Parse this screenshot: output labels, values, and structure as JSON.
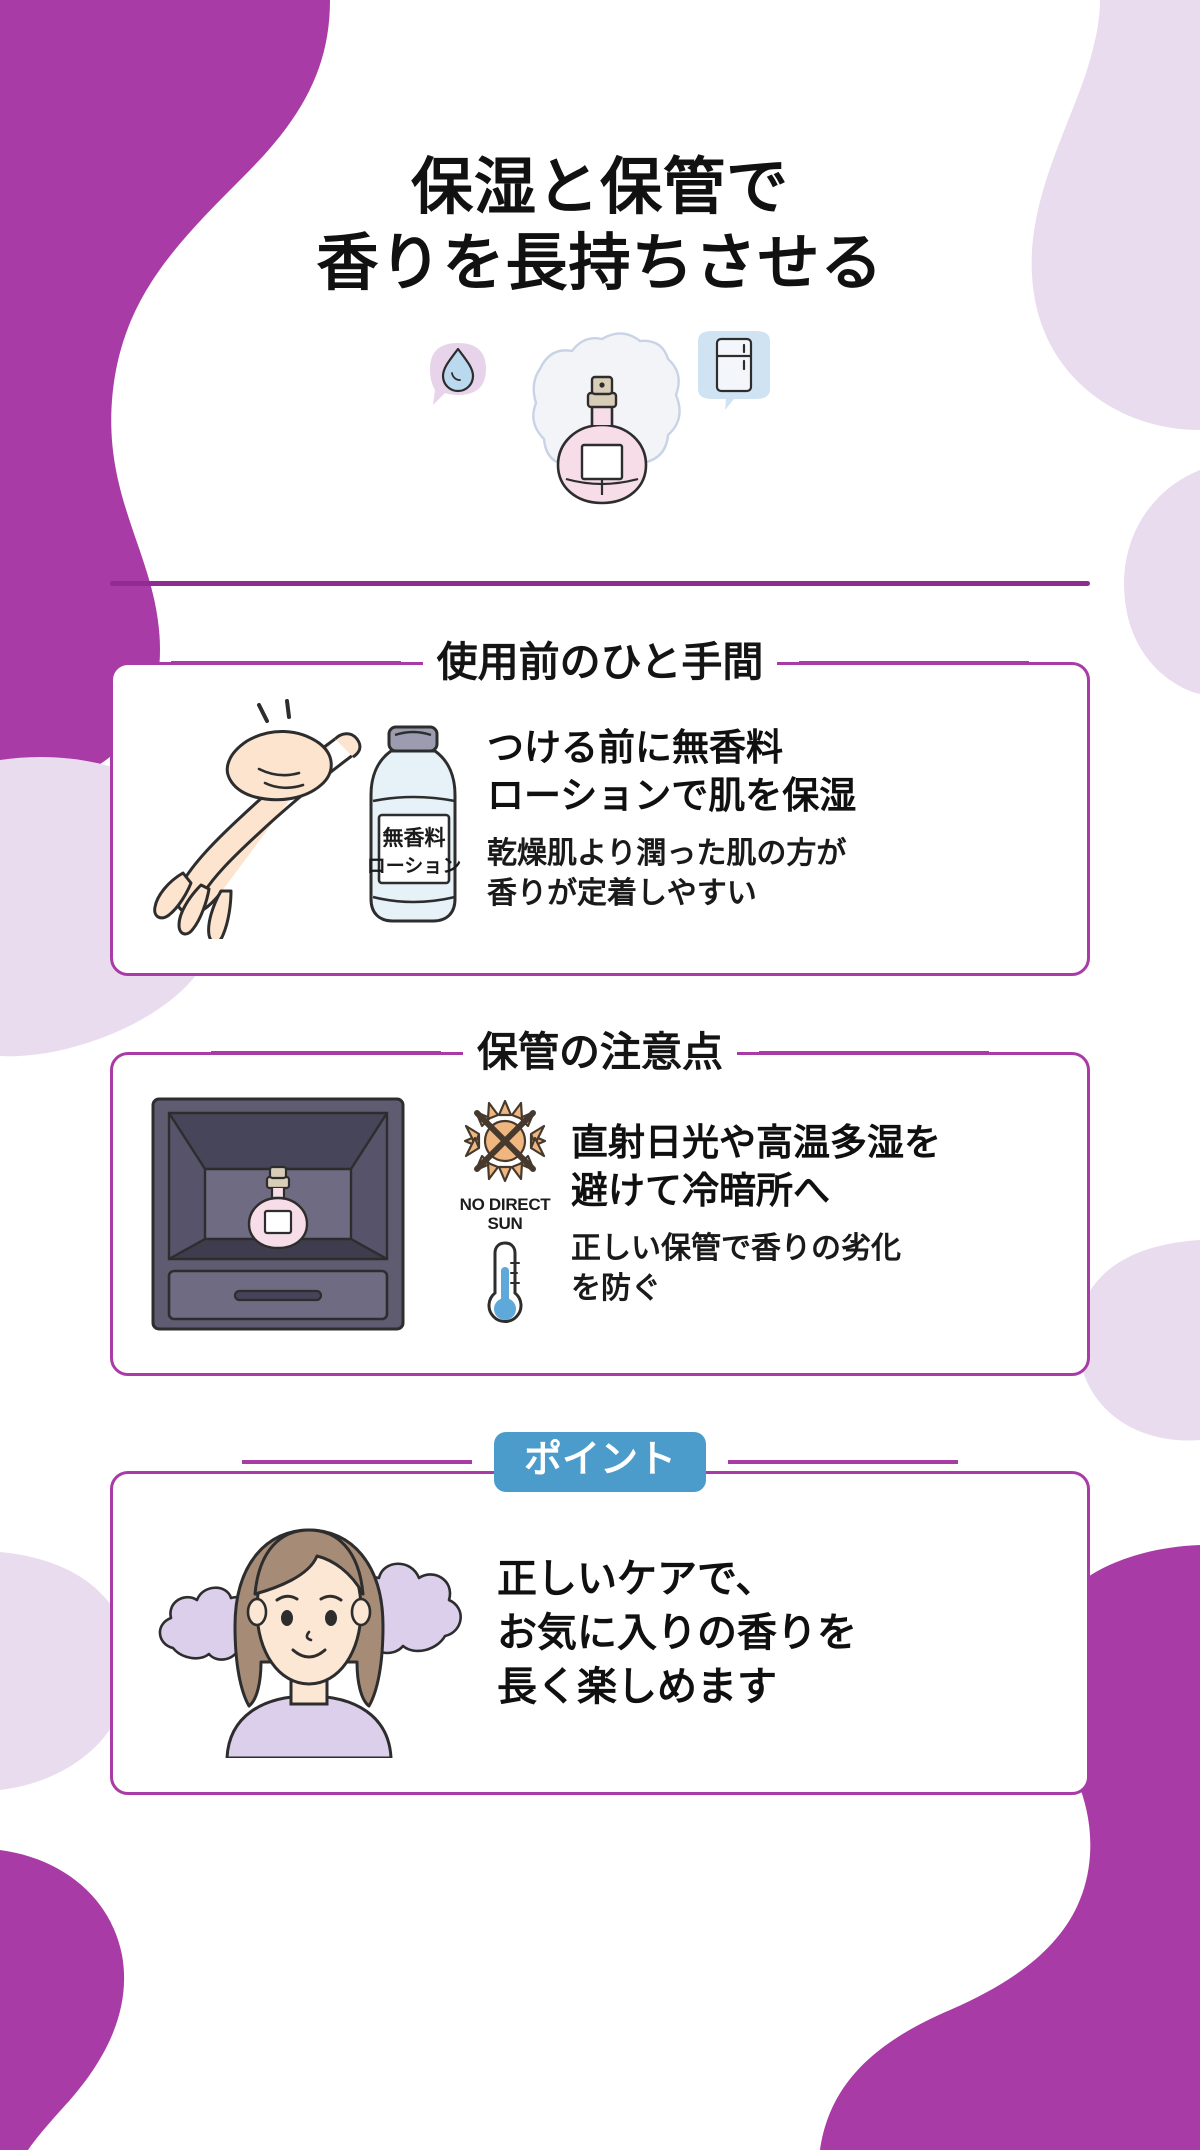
{
  "theme": {
    "purple": "#A93BA6",
    "deep_purple": "#8E2C91",
    "blob_purple": "#A93BA6",
    "blob_light": "#EADCEF",
    "badge_blue": "#4B9BCB",
    "text_dark": "#111111",
    "card_bg": "#FFFFFF"
  },
  "title": {
    "line1": "保湿と保管で",
    "line2": "香りを長持ちさせる"
  },
  "hero": {
    "icons": [
      "water-drop-bubble-icon",
      "perfume-bottle-illustration",
      "refrigerator-bubble-icon"
    ]
  },
  "sections": [
    {
      "id": "pre-use",
      "header_type": "rules",
      "header": "使用前のひと手間",
      "art": "hand-applying-lotion-illustration",
      "lead": [
        "つける前に無香料",
        "ローションで肌を保湿"
      ],
      "sub": [
        "乾燥肌より潤った肌の方が",
        "香りが定着しやすい"
      ],
      "bottle_label": [
        "無香料",
        "ローション"
      ]
    },
    {
      "id": "storage",
      "header_type": "rules",
      "header": "保管の注意点",
      "art": "perfume-in-drawer-illustration",
      "sun_icon_caption": [
        "NO DIRECT",
        "SUN"
      ],
      "lead": [
        "直射日光や高温多湿を",
        "避けて冷暗所へ"
      ],
      "sub": [
        "正しい保管で香りの劣化",
        "を防ぐ"
      ]
    },
    {
      "id": "point",
      "header_type": "badge",
      "header": "ポイント",
      "art": "smiling-woman-with-fragrance-illustration",
      "lead": [
        "正しいケアで、",
        "お気に入りの香りを",
        "長く楽しめます"
      ],
      "sub": []
    }
  ]
}
